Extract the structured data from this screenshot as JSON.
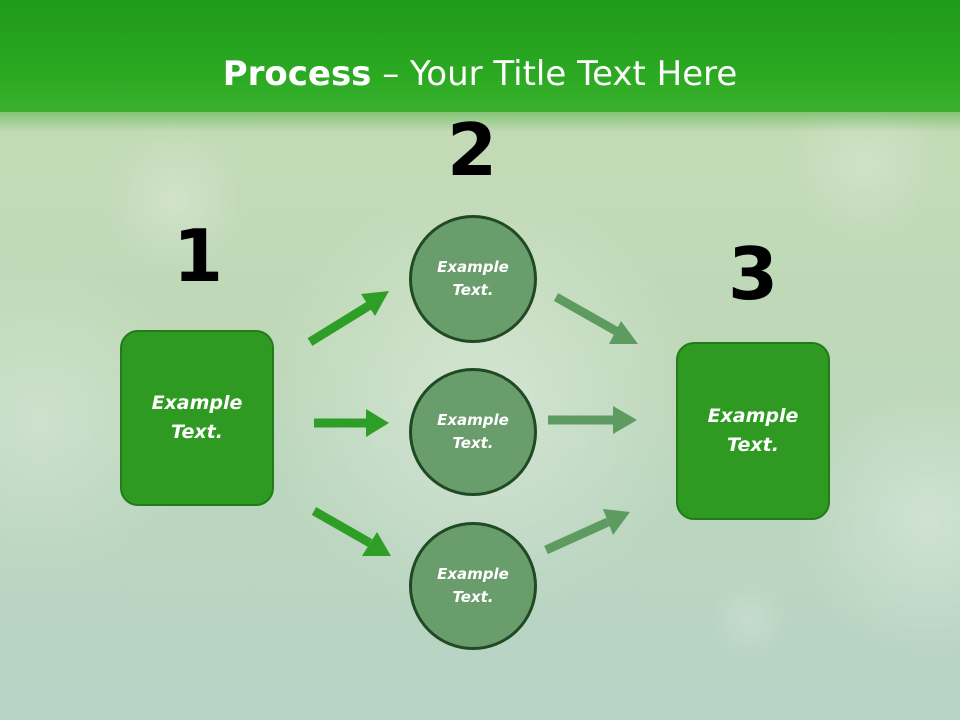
{
  "slide": {
    "title_bold": "Process",
    "title_rest": " – Your Title Text Here"
  },
  "steps": {
    "one": "1",
    "two": "2",
    "three": "3"
  },
  "left_box": {
    "text": "Example Text."
  },
  "right_box": {
    "text": "Example Text."
  },
  "circles": [
    {
      "text": "Example Text."
    },
    {
      "text": "Example Text."
    },
    {
      "text": "Example Text."
    }
  ],
  "colors": {
    "header_green": "#2caa22",
    "box_green": "#2e9a21",
    "circle_fill": "#6a9d6c",
    "arrow_bright": "#2e9e26",
    "arrow_muted": "#5e9b61"
  }
}
